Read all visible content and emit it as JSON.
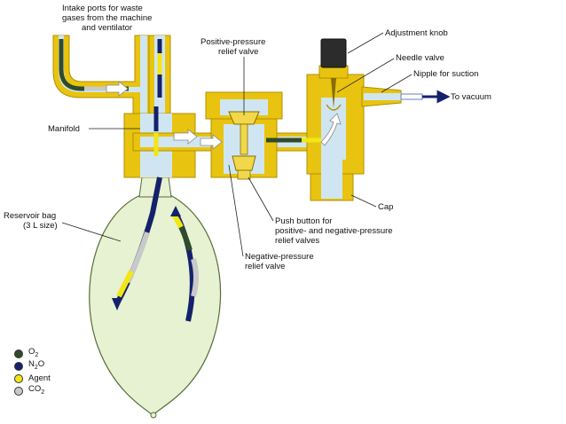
{
  "labels": {
    "intake_line1": "Intake ports for waste",
    "intake_line2": "gases from the machine",
    "intake_line3": "and ventilator",
    "adjustment_knob": "Adjustment knob",
    "ppr_line1": "Positive-pressure",
    "ppr_line2": "relief valve",
    "needle_valve": "Needle valve",
    "nipple": "Nipple for suction",
    "to_vacuum": "To vacuum",
    "manifold": "Manifold",
    "cap": "Cap",
    "reservoir_line1": "Reservoir bag",
    "reservoir_line2": "(3 L size)",
    "push_line1": "Push button for",
    "push_line2": "positive- and negative-pressure",
    "push_line3": "relief valves",
    "npr_line1": "Negative-pressure",
    "npr_line2": "relief valve"
  },
  "legend": [
    {
      "symbol": "O",
      "sub": "2",
      "color": "#2f4b2a"
    },
    {
      "symbol": "N",
      "sub": "2",
      "suffix": "O",
      "color": "#14216b"
    },
    {
      "symbol": "Agent",
      "sub": "",
      "color": "#f2e614"
    },
    {
      "symbol": "CO",
      "sub": "2",
      "color": "#c9c9c9"
    }
  ],
  "colors": {
    "housing": "#e8c410",
    "housing_dark": "#b38f00",
    "gas_channel": "#cfe6f2",
    "bag": "#e6f2d2",
    "o2": "#2f4b2a",
    "n2o": "#14216b",
    "agent": "#f2e614",
    "co2": "#c9c9c9"
  }
}
